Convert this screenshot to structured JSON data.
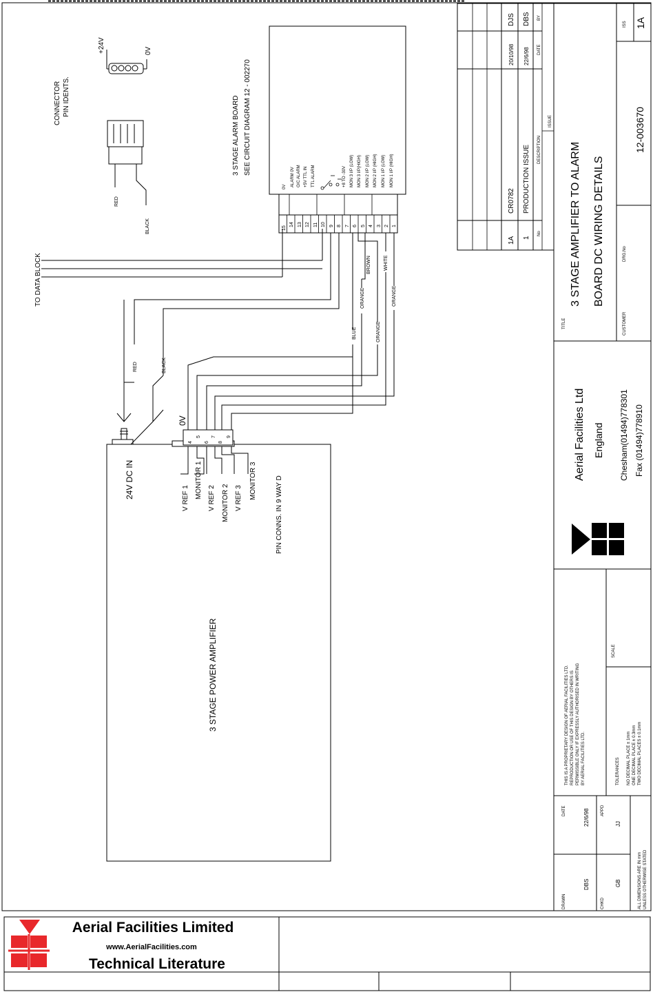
{
  "diagram": {
    "connector_label": [
      "CONNECTOR",
      "PIN IDENTS."
    ],
    "plus24v": "+24V",
    "zero_v_conn": "0V",
    "red": "RED",
    "black": "BLACK",
    "to_data_block": "TO DATA BLOCK",
    "alarm_board_title": "3 STAGE ALARM BOARD",
    "alarm_board_sub": "SEE CIRCUIT DIAGRAM 12 - 002270",
    "alarm_zero_v": "0V",
    "alarm_signals": [
      "ALARM 0V",
      "O/C ALARM",
      "+5V TTL IN",
      "TTL ALARM",
      "+8 TO -30V",
      "MON 3 I/P (LOW)",
      "MON 3 I/P(HIGH)",
      "MON 2 I/P (LOW)",
      "MON 2 I/P (HIGH)",
      "MON 1 I/P (LOW)",
      "MON 1 I/P (HIGH)"
    ],
    "alarm_pins": [
      "15",
      "14",
      "13",
      "12",
      "11",
      "10",
      "9",
      "8",
      "7",
      "6",
      "5",
      "4",
      "3",
      "2",
      "1"
    ],
    "wire_colours": {
      "brown": "BROWN",
      "white": "WHITE",
      "orange": "ORANGE",
      "blue": "BLUE"
    },
    "zero_v_amp": "0V",
    "amp_pins": [
      "4",
      "5",
      "6",
      "7",
      "8",
      "9"
    ],
    "dc_in": "24V DC IN",
    "amp_signals": [
      "V REF 1",
      "MONITOR 1",
      "V REF 2",
      "MONITOR 2",
      "V REF 3",
      "MONITOR 3"
    ],
    "pin_conns": "PIN CONNS. IN 9 WAY D",
    "amp_title": "3 STAGE POWER AMPLIFIER"
  },
  "title_block": {
    "by_label": "BY",
    "date_label": "DATE",
    "description_label": "DESCRIPTION",
    "issue_label": "ISSUE",
    "no_label": "No",
    "rows": [
      {
        "no": "1A",
        "desc": "CR0782",
        "date": "20/10/98",
        "by": "DJS"
      },
      {
        "no": "1",
        "desc": "PRODUCTION ISSUE",
        "date": "22/6/98",
        "by": "DBS"
      }
    ],
    "title_label": "TITLE",
    "title_lines": [
      "3 STAGE AMPLIFIER TO ALARM",
      "BOARD  DC WIRING DETAILS"
    ],
    "customer_label": "CUSTOMER",
    "drg_no_label": "DRG.No",
    "drg_no": "12-003670",
    "iss_label": "ISS",
    "iss": "1A",
    "company": "Aerial Facilities Ltd",
    "country": "England",
    "phone": "Chesham(01494)778301",
    "fax": "Fax (01494)778910",
    "notice": [
      "THIS IS A PROPRIETARY DESIGN OF AERIAL FACILITIES LTD.",
      "REPRODUCTION OR USE OF THIS DESIGN BY OTHERS IS",
      "PERMISSIBLE ONLY IF EXPRESSLY AUTHORISED IN WRITING",
      "BY AERIAL FACILITIES LTD."
    ],
    "scale_label": "SCALE",
    "tolerances": [
      "TOLERANCES",
      "NO DECIMAL PLACE ± 1mm",
      "ONE DECIMAL PLACE ± 0.3mm",
      "TWO DECIMAL PLACES ± 0.1mm"
    ],
    "drawn_label": "DRAWN",
    "drawn": "DBS",
    "date_field_label": "DATE",
    "date": "22/6/98",
    "chkd_label": "CHKD",
    "chkd": "GB",
    "appd_label": "APPD",
    "appd": "JJ",
    "dimensions": [
      "ALL DIMENSIONS ARE IN mm",
      "UNLESS OTHERWISE STATED"
    ]
  },
  "footer": {
    "company": "Aerial  Facilities  Limited",
    "url": "www.AerialFacilities.com",
    "subtitle": "Technical Literature",
    "brand_color": "#e8282b",
    "url_color": "#7a1fa2"
  }
}
